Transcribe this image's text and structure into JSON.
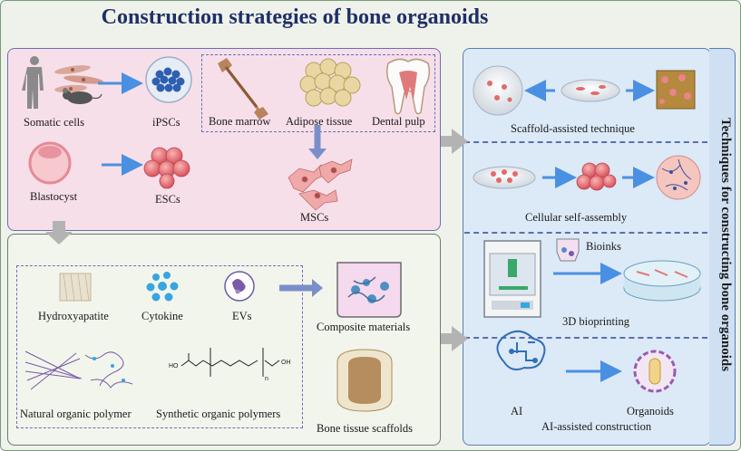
{
  "title": "Construction strategies of bone organoids",
  "side_title": "Techniques for constructing bone organoids",
  "sources": {
    "somatic": "Somatic cells",
    "ipsc": "iPSCs",
    "blastocyst": "Blastocyst",
    "esc": "ESCs",
    "bone_marrow": "Bone marrow",
    "adipose": "Adipose tissue",
    "dental": "Dental pulp",
    "msc": "MSCs"
  },
  "materials": {
    "hydroxyapatite": "Hydroxyapatite",
    "cytokine": "Cytokine",
    "evs": "EVs",
    "composite": "Composite materials",
    "natural": "Natural organic polymer",
    "synthetic": "Synthetic organic polymers",
    "scaffolds": "Bone tissue scaffolds"
  },
  "techniques": {
    "scaffold": "Scaffold-assisted technique",
    "self_assembly": "Cellular self-assembly",
    "bioinks": "Bioinks",
    "bioprinting": "3D bioprinting",
    "ai": "AI",
    "organoids": "Organoids",
    "ai_construction": "AI-assisted construction"
  },
  "colors": {
    "arrow_blue": "#4a90e2",
    "arrow_grey": "#a6a6a6",
    "title": "#1f2f66"
  }
}
